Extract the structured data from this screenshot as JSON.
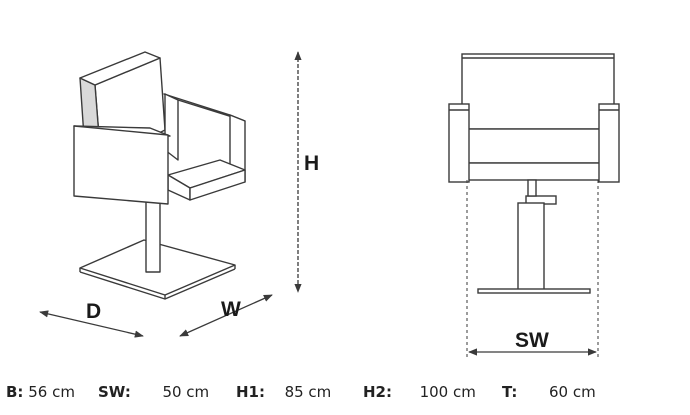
{
  "dimension_labels": {
    "height": "H",
    "depth": "D",
    "width": "W",
    "seat_width": "SW"
  },
  "specs": [
    {
      "key": "B:",
      "value": "56 cm"
    },
    {
      "key": "SW:",
      "value": "50 cm"
    },
    {
      "key": "H1:",
      "value": "85 cm"
    },
    {
      "key": "H2:",
      "value": "100 cm"
    },
    {
      "key": "T:",
      "value": "60 cm"
    }
  ],
  "colors": {
    "line": "#3a3a3a",
    "shade": "#d9d9d9",
    "text": "#1a1a1a"
  }
}
